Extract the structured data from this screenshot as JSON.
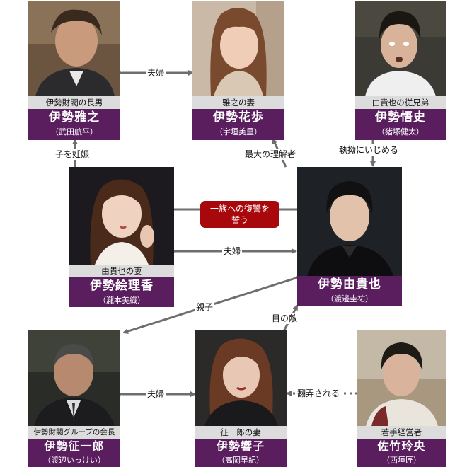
{
  "characters": {
    "masayuki": {
      "role": "伊勢財閥の長男",
      "name": "伊勢雅之",
      "actor": "（武田航平）"
    },
    "kaho": {
      "role": "雅之の妻",
      "name": "伊勢花歩",
      "actor": "（宇垣美里）"
    },
    "satoshi": {
      "role": "由貴也の従兄弟",
      "name": "伊勢悟史",
      "actor": "（猪塚健太）"
    },
    "erika": {
      "role": "由貴也の妻",
      "name": "伊勢絵理香",
      "actor": "（瀧本美織）"
    },
    "yukiya": {
      "role": "",
      "name": "伊勢由貴也",
      "actor": "（渡邊圭祐）"
    },
    "seiichiro": {
      "role": "伊勢財閥グループの会長",
      "name": "伊勢征一郎",
      "actor": "（渡辺いっけい）"
    },
    "kyoko": {
      "role": "征一郎の妻",
      "name": "伊勢響子",
      "actor": "（高岡早紀）"
    },
    "reo": {
      "role": "若手経営者",
      "name": "佐竹玲央",
      "actor": "（西垣匠）"
    }
  },
  "relations": {
    "masayuki_kaho": "夫婦",
    "erika_masayuki": "子を妊娠",
    "yukiya_kaho": "最大の理解者",
    "satoshi_yukiya": "執拗にいじめる",
    "vow": "一族への復讐を誓う",
    "erika_yukiya": "夫婦",
    "yukiya_seiichiro": "親子",
    "kyoko_yukiya": "目の敵",
    "seiichiro_kyoko": "夫婦",
    "reo_kyoko": "翻弄される"
  },
  "colors": {
    "name_bg": "#5a1d5e",
    "role_bg": "#dcdcdc",
    "vow_bg": "#a8070c",
    "arrow": "#6e6e6e"
  }
}
